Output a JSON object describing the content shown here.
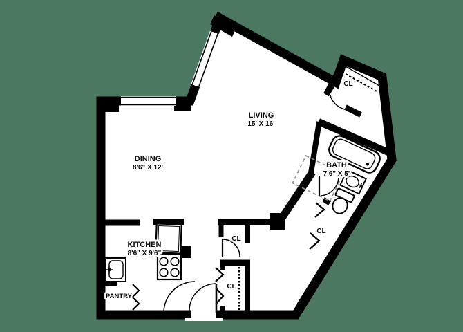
{
  "canvas": {
    "background_color": "#4c7862",
    "floor_color": "#ffffff",
    "wall_color": "#000000",
    "dashed_detail_color": "#909090"
  },
  "floor_plan": {
    "rooms": [
      {
        "name": "LIVING",
        "dimensions": "15' X 16'"
      },
      {
        "name": "DINING",
        "dimensions": "8'6\" X 12'"
      },
      {
        "name": "BATH",
        "dimensions": "7'6\" X 5'"
      },
      {
        "name": "KITCHEN",
        "dimensions": "8'6\" X 9'6\""
      },
      {
        "name": "PANTRY",
        "dimensions": ""
      }
    ],
    "closets": [
      {
        "label": "CL"
      },
      {
        "label": "CL"
      },
      {
        "label": "CL"
      },
      {
        "label": "CL"
      }
    ],
    "fixtures": [
      "bathtub",
      "bathroom-sink",
      "toilet",
      "kitchen-sink",
      "stove",
      "refrigerator",
      "entry-door",
      "kitchen-door",
      "bath-door",
      "closet-door",
      "bifold-doors",
      "windows"
    ]
  }
}
